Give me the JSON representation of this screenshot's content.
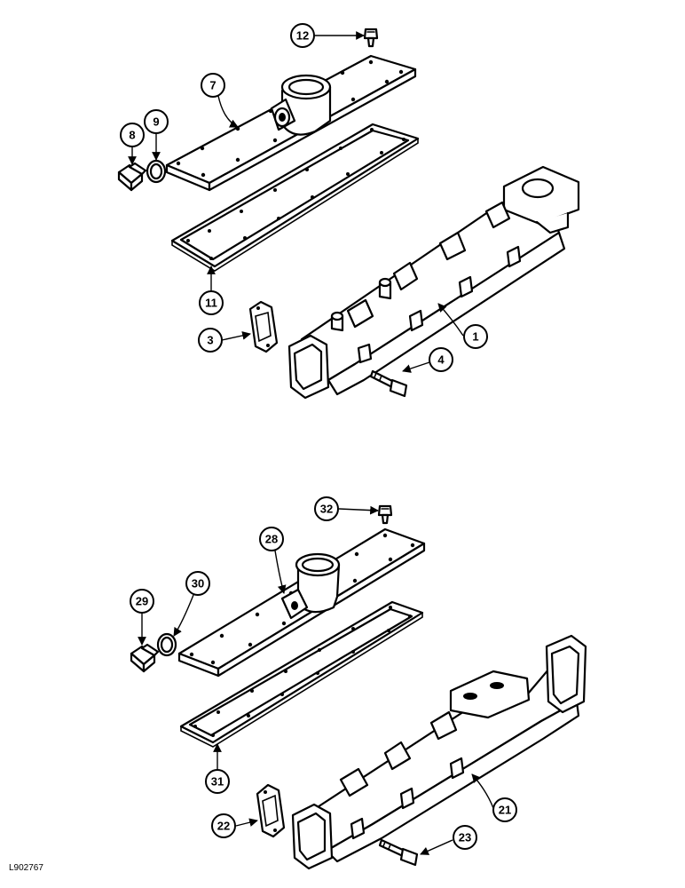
{
  "figure_code": "L902767",
  "callouts": {
    "c1": "1",
    "c3": "3",
    "c4": "4",
    "c7": "7",
    "c8": "8",
    "c9": "9",
    "c11": "11",
    "c12": "12",
    "c21": "21",
    "c22": "22",
    "c23": "23",
    "c28": "28",
    "c29": "29",
    "c30": "30",
    "c31": "31",
    "c32": "32"
  }
}
